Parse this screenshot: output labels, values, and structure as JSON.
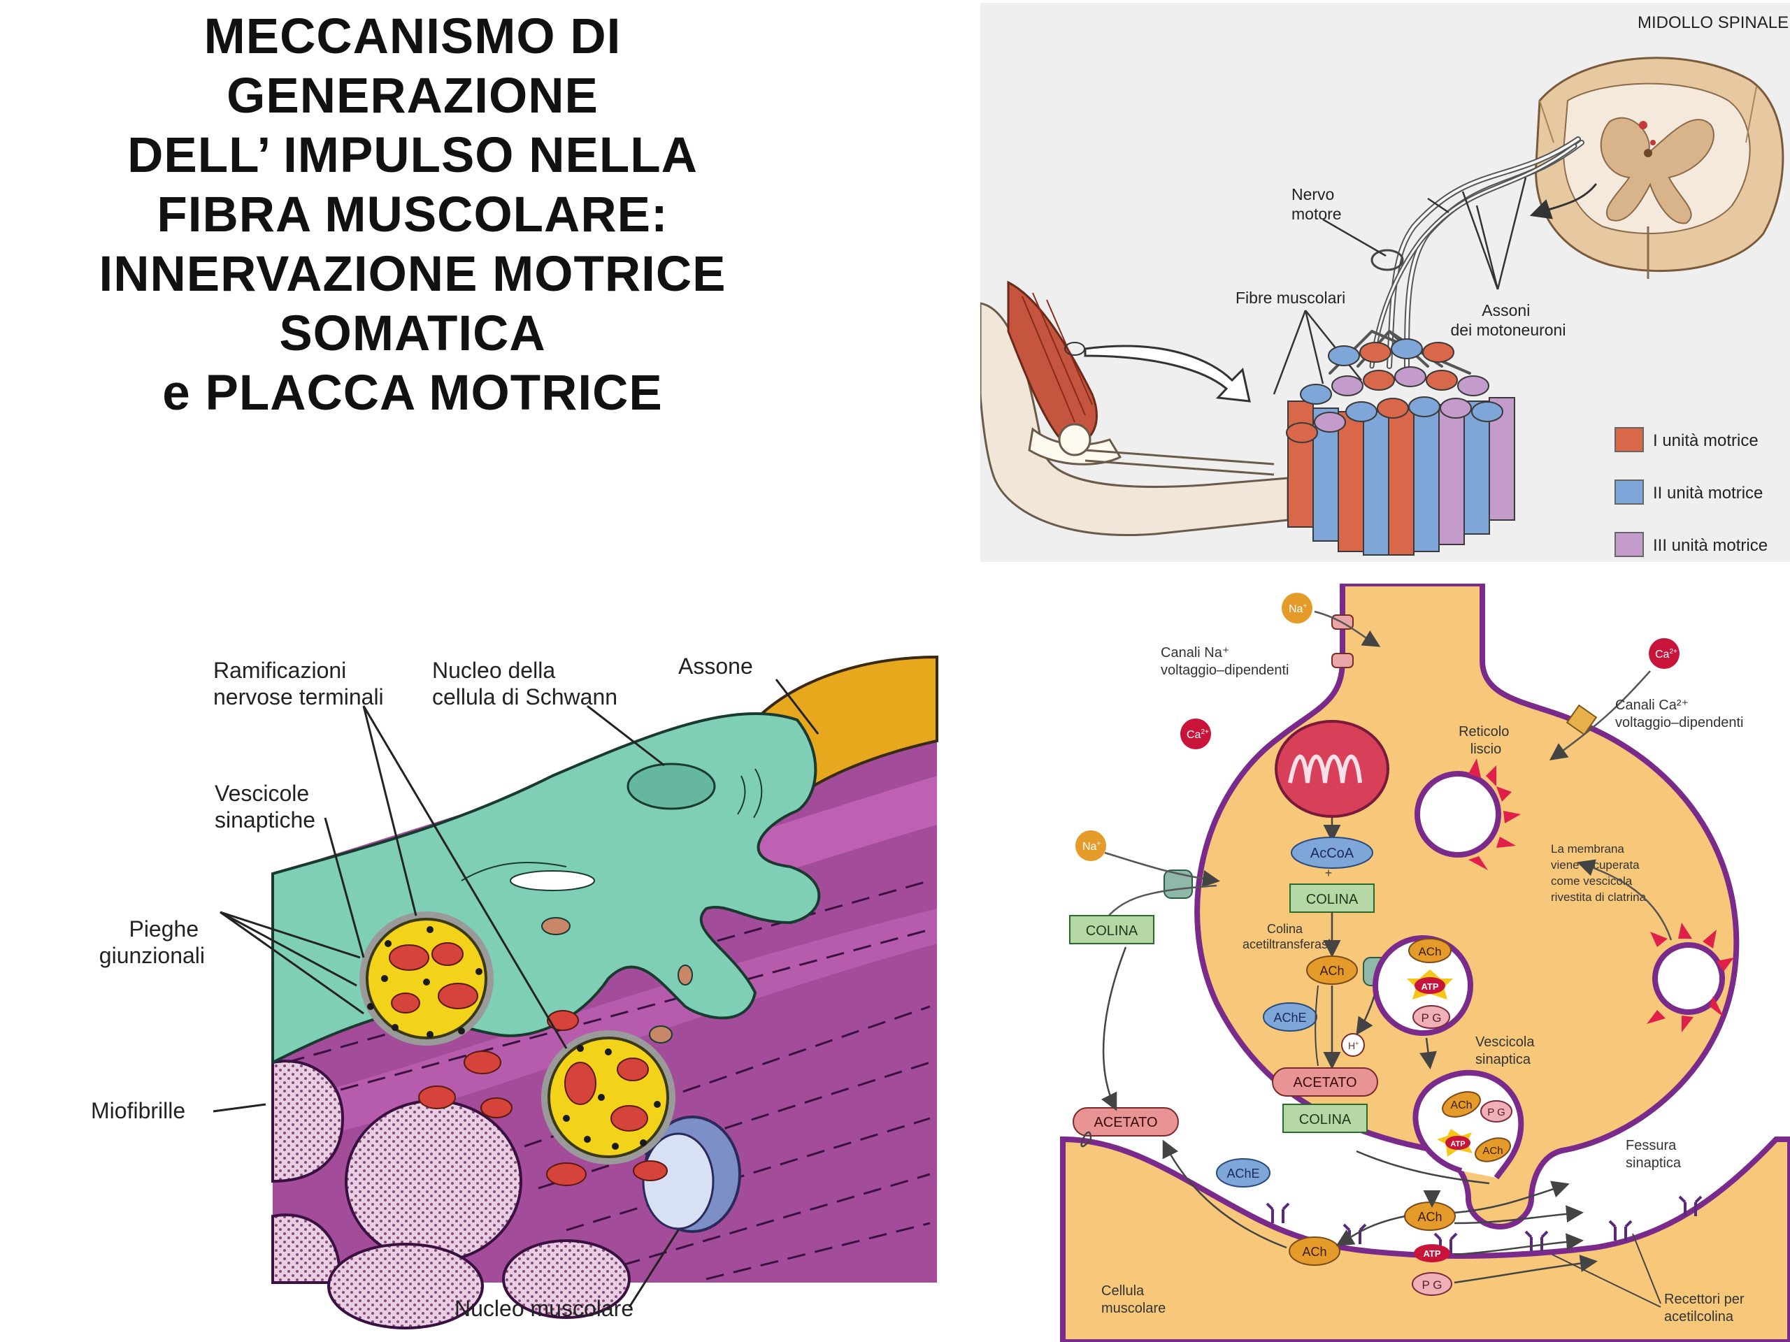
{
  "title_lines": [
    "MECCANISMO DI",
    "GENERAZIONE",
    "DELL’ IMPULSO NELLA",
    "FIBRA MUSCOLARE:",
    "INNERVAZIONE MOTRICE",
    "SOMATICA",
    "e PLACCA MOTRICE"
  ],
  "spinal_panel": {
    "header": "MIDOLLO SPINALE",
    "nerve_label": [
      "Nervo",
      "motore"
    ],
    "fibers_label": "Fibre muscolari",
    "axons_label": [
      "Assoni",
      "dei motoneuroni"
    ],
    "legend": [
      {
        "label": "I unità motrice",
        "color": "#d9684a"
      },
      {
        "label": "II unità motrice",
        "color": "#7ea6d8"
      },
      {
        "label": "III unità motrice",
        "color": "#c49ccc"
      }
    ]
  },
  "nmj_panel": {
    "terminal_branches": [
      "Ramificazioni",
      "nervose terminali"
    ],
    "schwann_nucleus": [
      "Nucleo della",
      "cellula di Schwann"
    ],
    "axon": "Assone",
    "vesicles": [
      "Vescicole",
      "sinaptiche"
    ],
    "folds": [
      "Pieghe",
      "giunzionali"
    ],
    "myofibrils": "Miofibrille",
    "muscle_nucleus": "Nucleo muscolare"
  },
  "synapse_panel": {
    "na_ion": "Na",
    "na_sup": "+",
    "ca_ion": "Ca",
    "ca_sup": "2+",
    "na_channels": [
      "Canali Na⁺",
      "voltaggio–dipendenti"
    ],
    "ca_channels": [
      "Canali Ca²⁺",
      "voltaggio–dipendenti"
    ],
    "smooth_er": [
      "Reticolo",
      "liscio"
    ],
    "acoa": "AcCoA",
    "colina": "COLINA",
    "colina_enzyme": [
      "Colina",
      "acetiltransferasi"
    ],
    "ach": "ACh",
    "ache": "AChE",
    "atp": "ATP",
    "pg": "P G",
    "h_ion": "H",
    "h_sup": "+",
    "acetato": "ACETATO",
    "vesicle": [
      "Vescicola",
      "sinaptica"
    ],
    "membrane_note": [
      "La membrana",
      "viene recuperata",
      "come vescicola",
      "rivestita di clatrina"
    ],
    "cleft": [
      "Fessura",
      "sinaptica"
    ],
    "muscle_cell": [
      "Cellula",
      "muscolare"
    ],
    "receptors": [
      "Recettori per",
      "acetilcolina"
    ]
  }
}
